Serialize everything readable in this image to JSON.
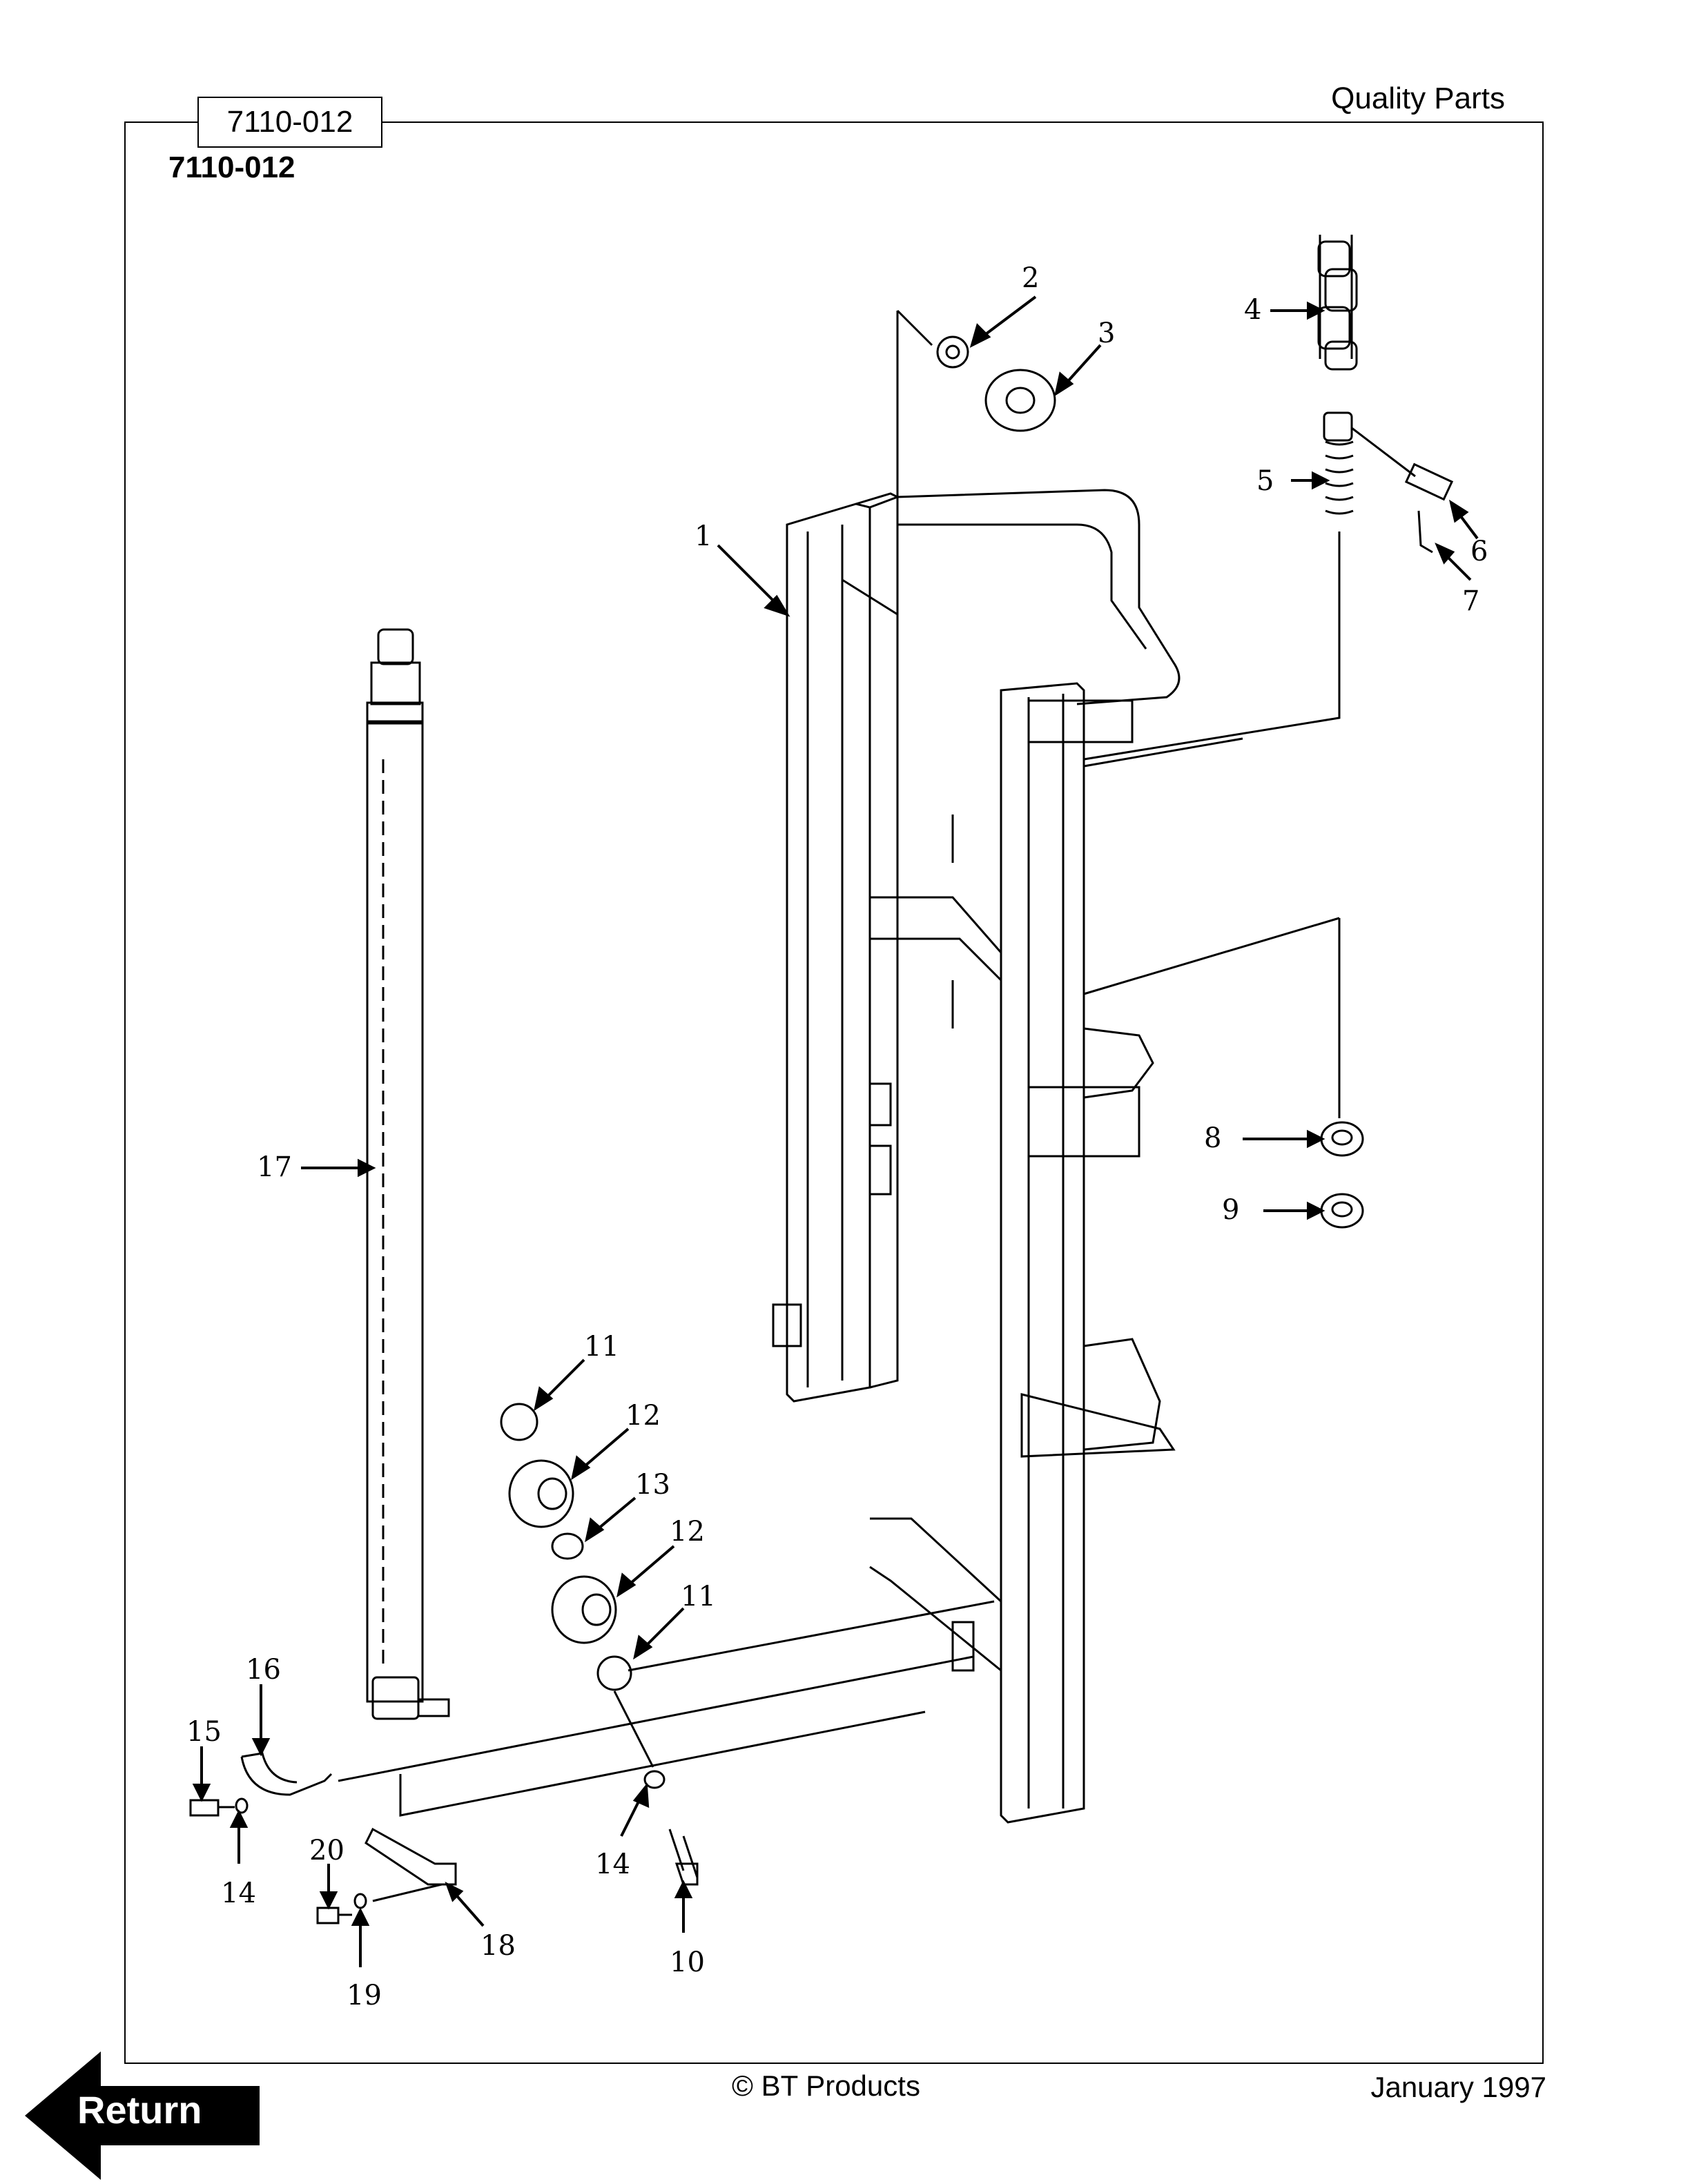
{
  "header": {
    "tab_code": "7110-012",
    "brand": "Quality Parts",
    "part_number": "7110-012"
  },
  "footer": {
    "copyright": "© BT Products",
    "date": "January 1997"
  },
  "nav": {
    "return_label": "Return"
  },
  "callouts": [
    "1",
    "2",
    "3",
    "4",
    "5",
    "6",
    "7",
    "8",
    "9",
    "10",
    "11",
    "11",
    "12",
    "12",
    "13",
    "14",
    "14",
    "15",
    "16",
    "17",
    "18",
    "19",
    "20"
  ]
}
